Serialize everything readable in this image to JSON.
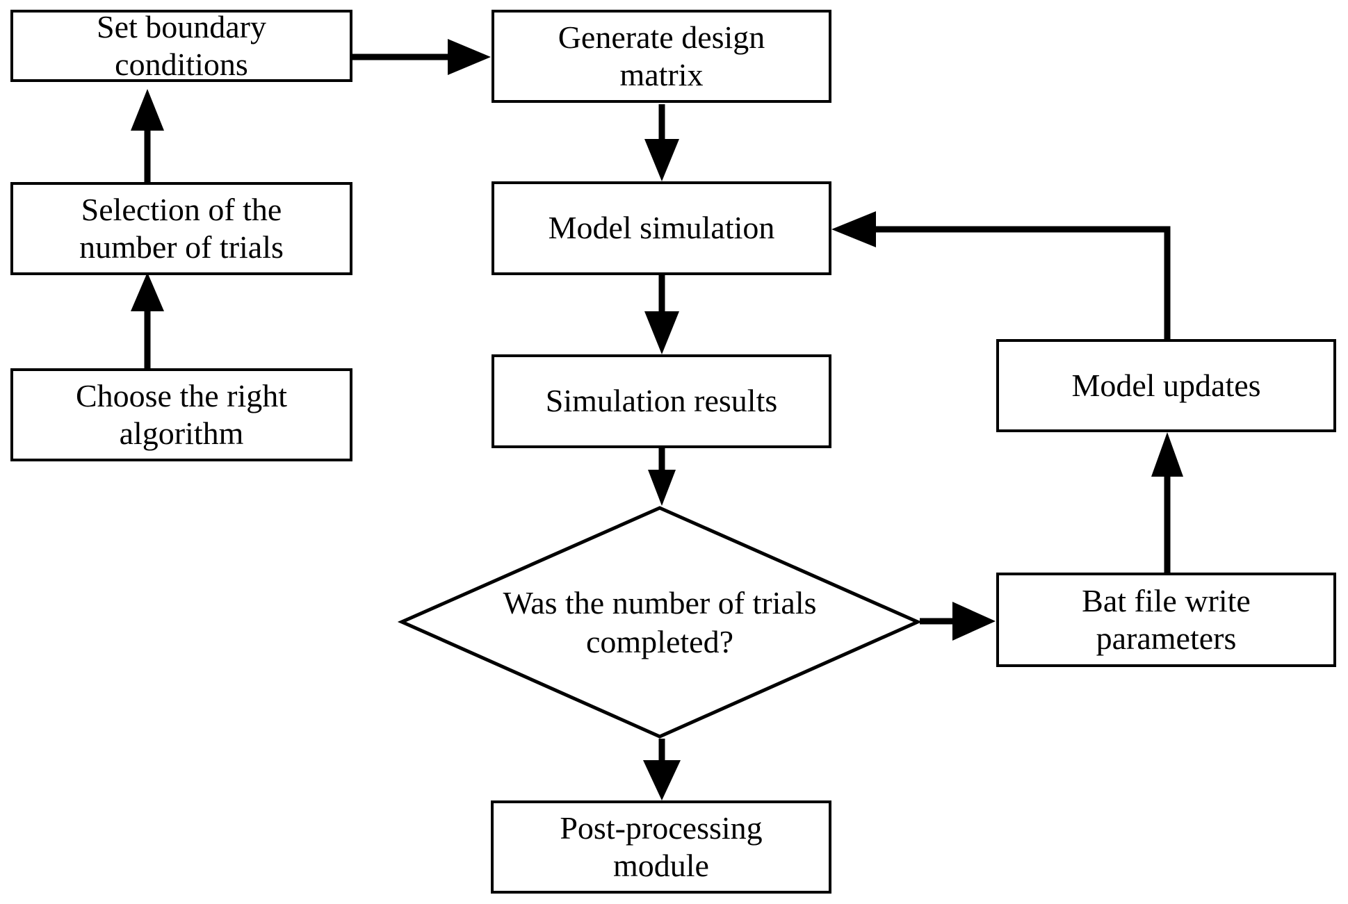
{
  "diagram": {
    "title": "Simulation workflow flowchart",
    "background_color": "#ffffff",
    "line_color": "#000000",
    "nodes": [
      {
        "id": "set-boundary-conditions",
        "shape": "process",
        "label": "Set boundary\nconditions"
      },
      {
        "id": "selection-number-of-trials",
        "shape": "process",
        "label": "Selection of the\nnumber of trials"
      },
      {
        "id": "choose-right-algorithm",
        "shape": "process",
        "label": "Choose the right\nalgorithm"
      },
      {
        "id": "generate-design-matrix",
        "shape": "process",
        "label": "Generate design\nmatrix"
      },
      {
        "id": "model-simulation",
        "shape": "process",
        "label": "Model simulation"
      },
      {
        "id": "simulation-results",
        "shape": "process",
        "label": "Simulation results"
      },
      {
        "id": "trials-completed-decision",
        "shape": "decision",
        "label": "Was the number of trials\ncompleted?"
      },
      {
        "id": "bat-file-write-parameters",
        "shape": "process",
        "label": "Bat file write\nparameters"
      },
      {
        "id": "model-updates",
        "shape": "process",
        "label": "Model updates"
      },
      {
        "id": "post-processing-module",
        "shape": "process",
        "label": "Post-processing\nmodule"
      }
    ],
    "edges": [
      {
        "from": "choose-right-algorithm",
        "to": "selection-number-of-trials",
        "label": ""
      },
      {
        "from": "selection-number-of-trials",
        "to": "set-boundary-conditions",
        "label": ""
      },
      {
        "from": "set-boundary-conditions",
        "to": "generate-design-matrix",
        "label": ""
      },
      {
        "from": "generate-design-matrix",
        "to": "model-simulation",
        "label": ""
      },
      {
        "from": "model-simulation",
        "to": "simulation-results",
        "label": ""
      },
      {
        "from": "simulation-results",
        "to": "trials-completed-decision",
        "label": ""
      },
      {
        "from": "trials-completed-decision",
        "to": "bat-file-write-parameters",
        "label": ""
      },
      {
        "from": "trials-completed-decision",
        "to": "post-processing-module",
        "label": ""
      },
      {
        "from": "bat-file-write-parameters",
        "to": "model-updates",
        "label": ""
      },
      {
        "from": "model-updates",
        "to": "model-simulation",
        "label": ""
      }
    ]
  },
  "labels": {
    "set_boundary_conditions_l1": "Set boundary",
    "set_boundary_conditions_l2": "conditions",
    "selection_number_of_trials_l1": "Selection of the",
    "selection_number_of_trials_l2": "number of trials",
    "choose_right_algorithm_l1": "Choose the right",
    "choose_right_algorithm_l2": "algorithm",
    "generate_design_matrix_l1": "Generate design",
    "generate_design_matrix_l2": "matrix",
    "model_simulation": "Model simulation",
    "simulation_results": "Simulation results",
    "trials_completed_l1": "Was the number of trials",
    "trials_completed_l2": "completed?",
    "bat_file_write_parameters_l1": "Bat file write",
    "bat_file_write_parameters_l2": "parameters",
    "model_updates": "Model updates",
    "post_processing_module_l1": "Post-processing",
    "post_processing_module_l2": "module"
  }
}
